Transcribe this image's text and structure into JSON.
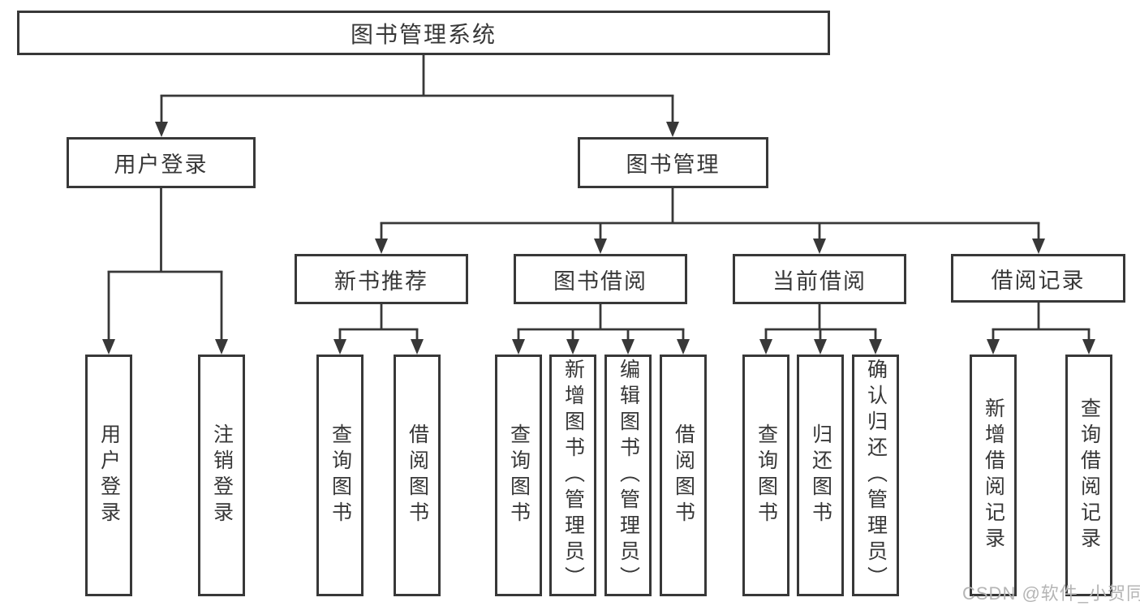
{
  "tree": {
    "root": "图书管理系统",
    "branches": [
      {
        "label": "用户登录",
        "children": [
          "用户登录",
          "注销登录"
        ]
      },
      {
        "label": "图书管理",
        "children": [
          {
            "label": "新书推荐",
            "children": [
              "查询图书",
              "借阅图书"
            ]
          },
          {
            "label": "图书借阅",
            "children": [
              "查询图书",
              "新增图书（管理员）",
              "编辑图书（管理员）",
              "借阅图书"
            ]
          },
          {
            "label": "当前借阅",
            "children": [
              "查询图书",
              "归还图书",
              "确认归还（管理员）"
            ]
          },
          {
            "label": "借阅记录",
            "children": [
              "新增借阅记录",
              "查询借阅记录"
            ]
          }
        ]
      }
    ]
  },
  "watermark": "CSDN @软件_小贺同学",
  "colors": {
    "line": "#383838",
    "text": "#373737",
    "watermark": "#b5b5b5",
    "background": "#ffffff"
  }
}
